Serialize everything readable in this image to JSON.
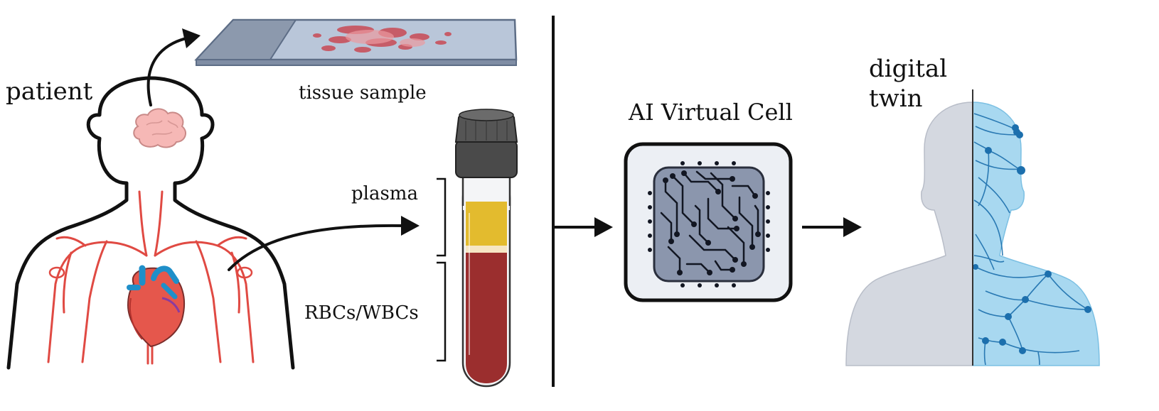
{
  "labels": {
    "patient": "patient",
    "tissue_sample": "tissue sample",
    "plasma": "plasma",
    "rbcs_wbcs": "RBCs/WBCs",
    "ai_virtual_cell": "AI Virtual Cell",
    "digital_twin_line1": "digital",
    "digital_twin_line2": "twin"
  },
  "colors": {
    "ink": "#111111",
    "artery": "#e04a43",
    "vein": "#1f8fc9",
    "heart": "#e5574c",
    "plasma": "#e3bb2e",
    "blood": "#9b2e2e",
    "cap": "#4a4a4a",
    "chip_bg": "#e8ebf0",
    "chip_inner": "#8b96ad",
    "silhouette": "#d4d8e0",
    "twin_blue": "#a8d8f0",
    "twin_node": "#1c6fad"
  }
}
